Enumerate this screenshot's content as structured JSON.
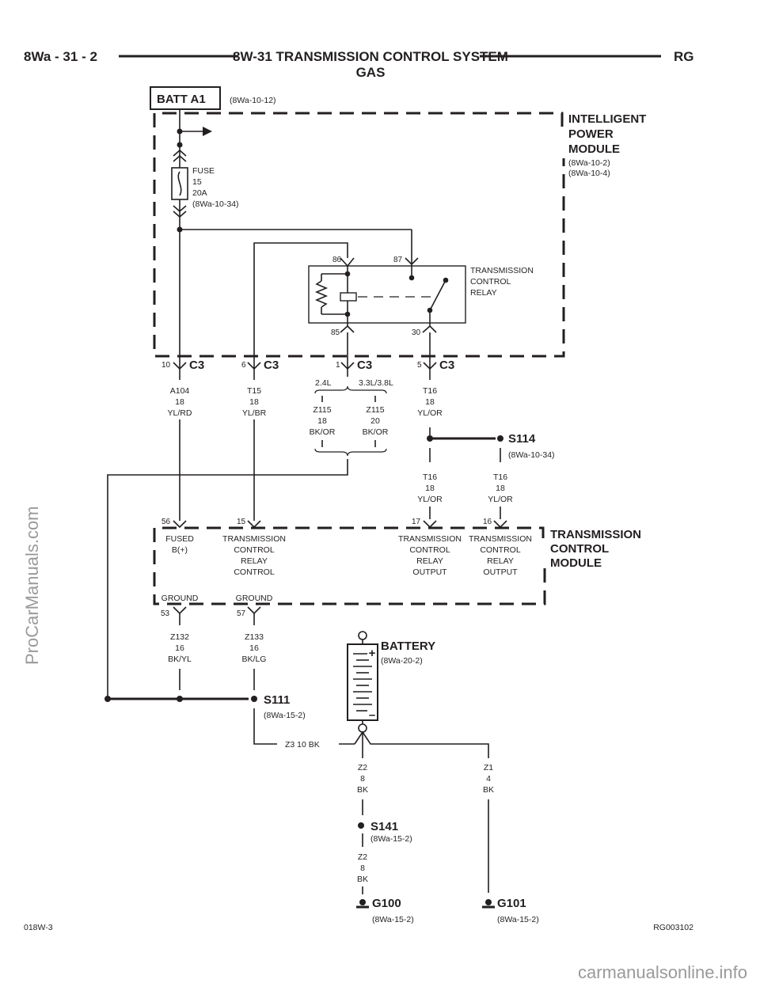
{
  "header": {
    "page_ref": "8Wa - 31 - 2",
    "title_line1": "8W-31 TRANSMISSION CONTROL SYSTEM",
    "title_line2": "GAS",
    "section_code": "RG"
  },
  "batt": {
    "label": "BATT A1",
    "ref": "(8Wa-10-12)"
  },
  "ipm": {
    "name_lines": [
      "INTELLIGENT",
      "POWER",
      "MODULE"
    ],
    "refs": [
      "(8Wa-10-2)",
      "(8Wa-10-4)"
    ]
  },
  "fuse": {
    "lines": [
      "FUSE",
      "15",
      "20A",
      "(8Wa-10-34)"
    ]
  },
  "relay": {
    "name_lines": [
      "TRANSMISSION",
      "CONTROL",
      "RELAY"
    ],
    "pins": {
      "p86": "86",
      "p87": "87",
      "p85": "85",
      "p30": "30"
    }
  },
  "connectors": [
    {
      "pin": "10",
      "name": "C3"
    },
    {
      "pin": "6",
      "name": "C3"
    },
    {
      "pin": "1",
      "name": "C3"
    },
    {
      "pin": "5",
      "name": "C3"
    }
  ],
  "wires": {
    "a104": [
      "A104",
      "18",
      "YL/RD"
    ],
    "t15": [
      "T15",
      "18",
      "YL/BR"
    ],
    "t16_top": [
      "T16",
      "18",
      "YL/OR"
    ],
    "z115_a": [
      "Z115",
      "18",
      "BK/OR"
    ],
    "z115_b": [
      "Z115",
      "20",
      "BK/OR"
    ],
    "t16_left": [
      "T16",
      "18",
      "YL/OR"
    ],
    "t16_right": [
      "T16",
      "18",
      "YL/OR"
    ],
    "z132": [
      "Z132",
      "16",
      "BK/YL"
    ],
    "z133": [
      "Z133",
      "16",
      "BK/LG"
    ],
    "z3": "Z3   10 BK",
    "z2_top": [
      "Z2",
      "8",
      "BK"
    ],
    "z1": [
      "Z1",
      "4",
      "BK"
    ],
    "z2_bottom": [
      "Z2",
      "8",
      "BK"
    ]
  },
  "engine_options": {
    "left": "2.4L",
    "right": "3.3L/3.8L"
  },
  "splices": {
    "s114": {
      "name": "S114",
      "ref": "(8Wa-10-34)"
    },
    "s111": {
      "name": "S111",
      "ref": "(8Wa-15-2)"
    },
    "s141": {
      "name": "S141",
      "ref": "(8Wa-15-2)"
    }
  },
  "tcm": {
    "name_lines": [
      "TRANSMISSION",
      "CONTROL",
      "MODULE"
    ],
    "pin_labels": {
      "p56": "56",
      "p15": "15",
      "p17": "17",
      "p16": "16",
      "p53": "53",
      "p57": "57"
    },
    "fused_b": [
      "FUSED",
      "B(+)"
    ],
    "relay_control": [
      "TRANSMISSION",
      "CONTROL",
      "RELAY",
      "CONTROL"
    ],
    "relay_output_a": [
      "TRANSMISSION",
      "CONTROL",
      "RELAY",
      "OUTPUT"
    ],
    "relay_output_b": [
      "TRANSMISSION",
      "CONTROL",
      "RELAY",
      "OUTPUT"
    ],
    "ground_a": "GROUND",
    "ground_b": "GROUND"
  },
  "battery": {
    "name": "BATTERY",
    "ref": "(8Wa-20-2)",
    "plus": "+",
    "minus": "–"
  },
  "grounds": {
    "g100": {
      "name": "G100",
      "ref": "(8Wa-15-2)"
    },
    "g101": {
      "name": "G101",
      "ref": "(8Wa-15-2)"
    }
  },
  "footer": {
    "left": "018W-3",
    "right": "RG003102"
  },
  "watermarks": {
    "side": "ProCarManuals.com",
    "bottom": "carmanualsonline.info"
  }
}
